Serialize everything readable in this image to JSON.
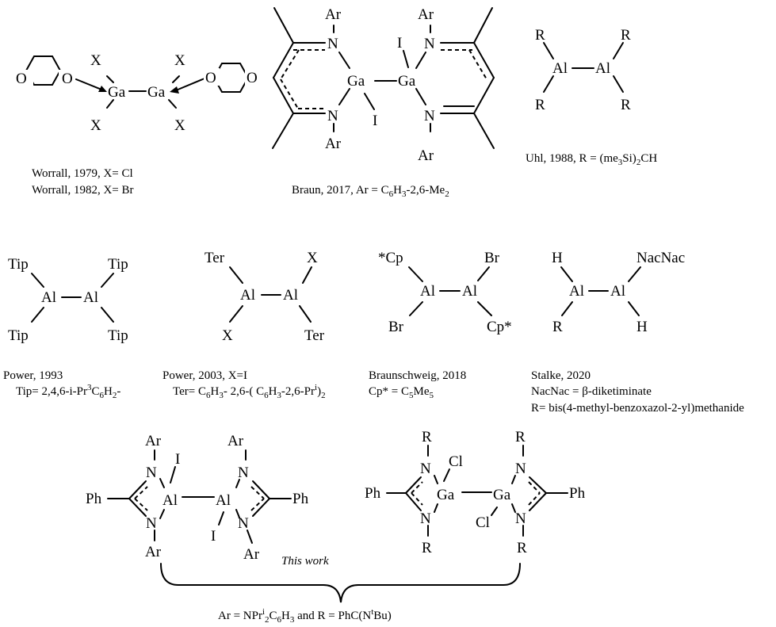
{
  "atoms": {
    "ga": "Ga",
    "al": "Al",
    "n": "N",
    "o": "O",
    "x": "X",
    "i": "I",
    "ar": "Ar",
    "r": "R",
    "cl": "Cl",
    "ph": "Ph",
    "tip": "Tip",
    "ter": "Ter",
    "br": "Br",
    "cp_left": "*Cp",
    "cp_right": "Cp*",
    "h": "H",
    "nacnac": "NacNac"
  },
  "captions": {
    "worrall_1": "Worrall, 1979, X= Cl",
    "worrall_2": "Worrall, 1982, X= Br",
    "braun": [
      "Braun, 2017, Ar = C",
      "6",
      "H",
      "3",
      "-2,6-Me",
      "2"
    ],
    "uhl": [
      "Uhl, 1988, R = (me",
      "3",
      "Si)",
      "2",
      "CH"
    ],
    "power1993_1": "Power, 1993",
    "power1993_2": [
      "Tip= 2,4,6-i-Pr",
      "3",
      "C",
      "6",
      "H",
      "2",
      "-"
    ],
    "power2003_1": "Power, 2003, X=I",
    "power2003_2": [
      "Ter= C",
      "6",
      "H",
      "3",
      "- 2,6-( C",
      "6",
      "H",
      "3",
      "-2,6-Pr",
      "i",
      ")",
      "2"
    ],
    "braunschweig_1": "Braunschweig, 2018",
    "braunschweig_2": [
      "Cp* = C",
      "5",
      "Me",
      "5"
    ],
    "stalke_1": "Stalke, 2020",
    "stalke_2": "NacNac = β-diketiminate",
    "stalke_3": "R= bis(4-methyl-benzoxazol-2-yl)methanide",
    "this_work": "This work",
    "footer": [
      "Ar = NPr",
      "i",
      "2",
      "C",
      "6",
      "H",
      "3",
      " and R = PhC(N",
      "t",
      "Bu)"
    ]
  }
}
